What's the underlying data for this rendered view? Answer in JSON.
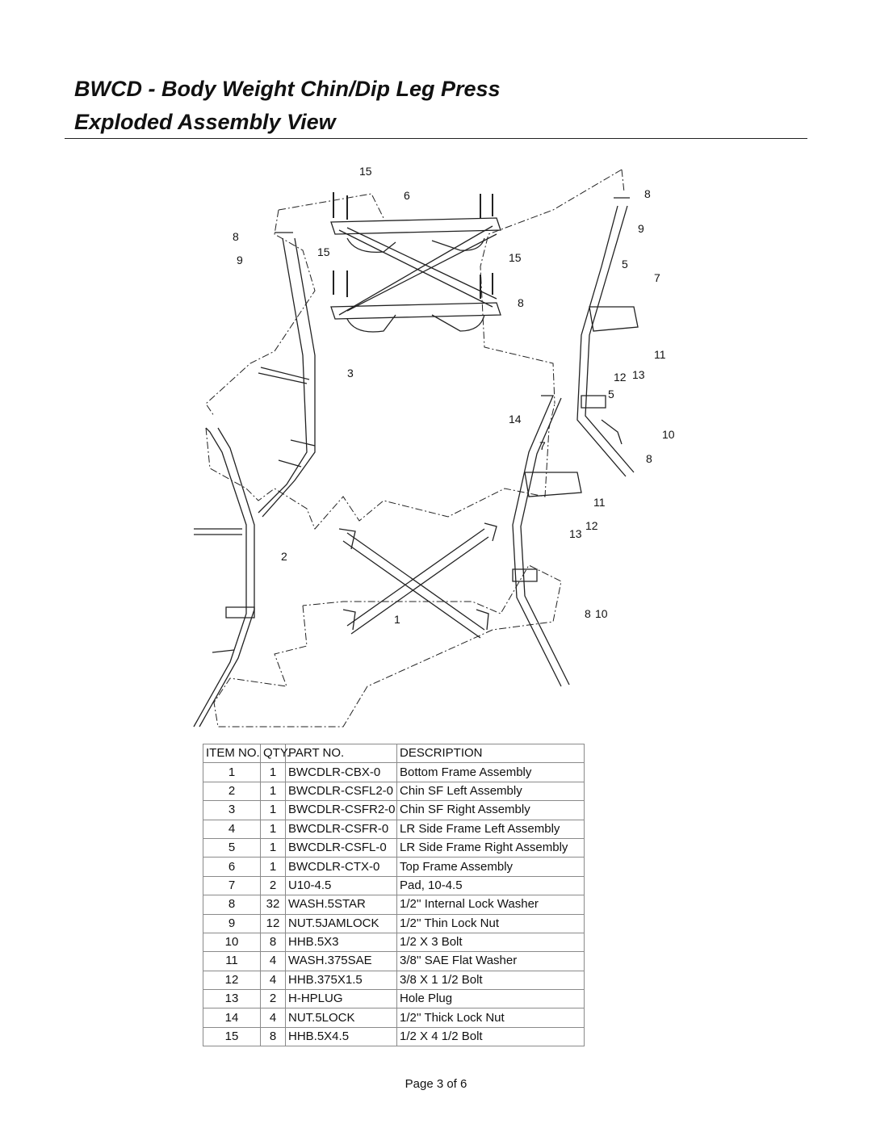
{
  "header": {
    "title_line1": "BWCD - Body Weight Chin/Dip Leg Press",
    "title_line2": "Exploded Assembly View"
  },
  "diagram": {
    "callouts": [
      "15",
      "6",
      "8",
      "9",
      "8",
      "9",
      "15",
      "15",
      "5",
      "7",
      "8",
      "3",
      "11",
      "12",
      "13",
      "5",
      "14",
      "10",
      "7",
      "8",
      "11",
      "13",
      "12",
      "2",
      "1",
      "8",
      "10"
    ]
  },
  "parts_table": {
    "headers": [
      "ITEM NO.",
      "QTY.",
      "PART NO.",
      "DESCRIPTION"
    ],
    "rows": [
      {
        "item": "1",
        "qty": "1",
        "part": "BWCDLR-CBX-0",
        "desc": "Bottom Frame Assembly"
      },
      {
        "item": "2",
        "qty": "1",
        "part": "BWCDLR-CSFL2-0",
        "desc": "Chin SF Left Assembly"
      },
      {
        "item": "3",
        "qty": "1",
        "part": "BWCDLR-CSFR2-0",
        "desc": "Chin SF Right Assembly"
      },
      {
        "item": "4",
        "qty": "1",
        "part": "BWCDLR-CSFR-0",
        "desc": "LR Side Frame Left Assembly"
      },
      {
        "item": "5",
        "qty": "1",
        "part": "BWCDLR-CSFL-0",
        "desc": "LR Side Frame Right Assembly"
      },
      {
        "item": "6",
        "qty": "1",
        "part": "BWCDLR-CTX-0",
        "desc": "Top Frame Assembly"
      },
      {
        "item": "7",
        "qty": "2",
        "part": "U10-4.5",
        "desc": "Pad, 10-4.5"
      },
      {
        "item": "8",
        "qty": "32",
        "part": "WASH.5STAR",
        "desc": "1/2'' Internal Lock Washer"
      },
      {
        "item": "9",
        "qty": "12",
        "part": "NUT.5JAMLOCK",
        "desc": "1/2'' Thin Lock Nut"
      },
      {
        "item": "10",
        "qty": "8",
        "part": "HHB.5X3",
        "desc": "1/2 X 3 Bolt"
      },
      {
        "item": "11",
        "qty": "4",
        "part": "WASH.375SAE",
        "desc": "3/8'' SAE Flat Washer"
      },
      {
        "item": "12",
        "qty": "4",
        "part": "HHB.375X1.5",
        "desc": "3/8 X 1 1/2 Bolt"
      },
      {
        "item": "13",
        "qty": "2",
        "part": "H-HPLUG",
        "desc": "Hole Plug"
      },
      {
        "item": "14",
        "qty": "4",
        "part": "NUT.5LOCK",
        "desc": "1/2'' Thick Lock Nut"
      },
      {
        "item": "15",
        "qty": "8",
        "part": "HHB.5X4.5",
        "desc": "1/2 X 4 1/2 Bolt"
      }
    ]
  },
  "footer": {
    "page_label": "Page 3 of 6"
  }
}
